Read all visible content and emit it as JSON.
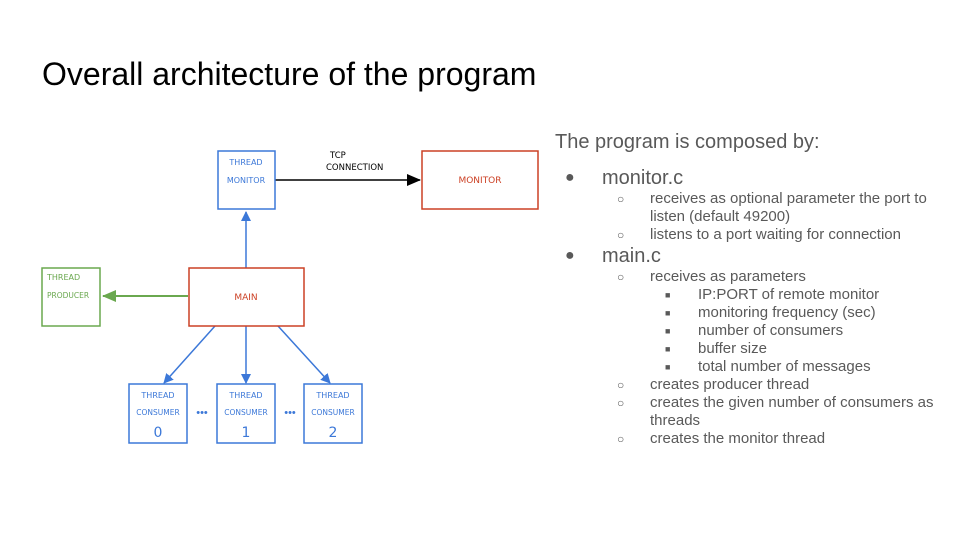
{
  "slide": {
    "title": "Overall architecture of the program"
  },
  "diagram": {
    "nodes": {
      "thread_monitor": [
        "THREAD",
        "MONITOR"
      ],
      "monitor": "MONITOR",
      "main": "MAIN",
      "thread_producer": [
        "THREAD",
        "PRODUCER"
      ],
      "consumer_0": [
        "THREAD",
        "CONSUMER",
        "0"
      ],
      "consumer_1": [
        "THREAD",
        "CONSUMER",
        "1"
      ],
      "consumer_2": [
        "THREAD",
        "CONSUMER",
        "2"
      ]
    },
    "edge_label": [
      "TCP",
      "CONNECTION"
    ],
    "ellipsis": "•••",
    "colors": {
      "blue": "#3c78d8",
      "red": "#cc4125",
      "green": "#6aa84f"
    }
  },
  "text": {
    "intro": "The program is composed by:",
    "items": [
      {
        "label": "monitor.c",
        "children": [
          {
            "text": "receives as optional parameter the port to listen (default 49200)"
          },
          {
            "text": "listens to a port waiting for connection"
          }
        ]
      },
      {
        "label": "main.c",
        "children": [
          {
            "text": "receives as parameters",
            "children": [
              "IP:PORT of remote monitor",
              "monitoring frequency (sec)",
              "number of consumers",
              "buffer size",
              "total number of messages"
            ]
          },
          {
            "text": "creates producer thread"
          },
          {
            "text": "creates the given number of consumers as threads"
          },
          {
            "text": "creates the monitor thread"
          }
        ]
      }
    ],
    "bullets": {
      "l1": "●",
      "l2": "○",
      "l3": "■"
    }
  }
}
